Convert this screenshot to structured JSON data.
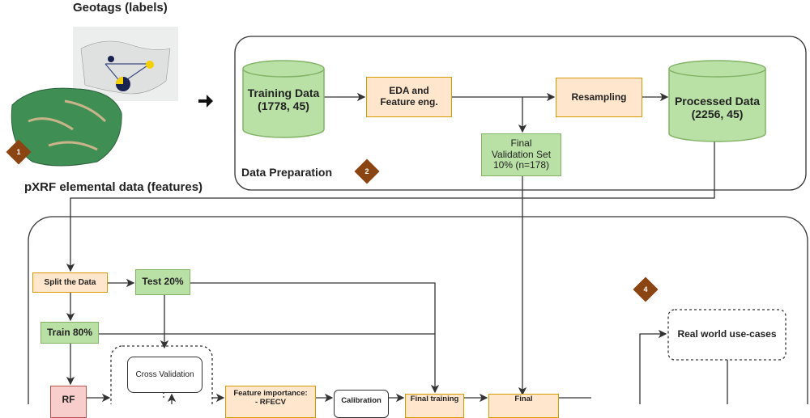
{
  "inputs": {
    "geotags_title": "Geotags (labels)",
    "pxrf_title": "pXRF elemental data (features)",
    "step_number": "1"
  },
  "data_preparation": {
    "title": "Data Preparation",
    "step_number": "2",
    "training_data": "Training Data\n(1778, 45)",
    "eda": "EDA and\nFeature eng.",
    "resampling": "Resampling",
    "processed_data": "Processed Data\n(2256, 45)",
    "final_validation": "Final\nValidation Set\n10% (n=178)"
  },
  "modeling": {
    "split": "Split the Data",
    "test": "Test 20%",
    "train": "Train 80%",
    "rf": "RF",
    "cross_validation": "Cross Validation",
    "feature_importance": "Feature importance:\n- RFECV",
    "calibration": "Calibration",
    "final_training": "Final training",
    "final": "Final"
  },
  "deployment": {
    "step_number": "4",
    "real_world": "Real world use-cases"
  },
  "colors": {
    "orange_fill": "#ffe6cc",
    "green_fill": "#b9e0a5",
    "red_fill": "#f8cecc",
    "step_diamond": "#8b4513"
  }
}
